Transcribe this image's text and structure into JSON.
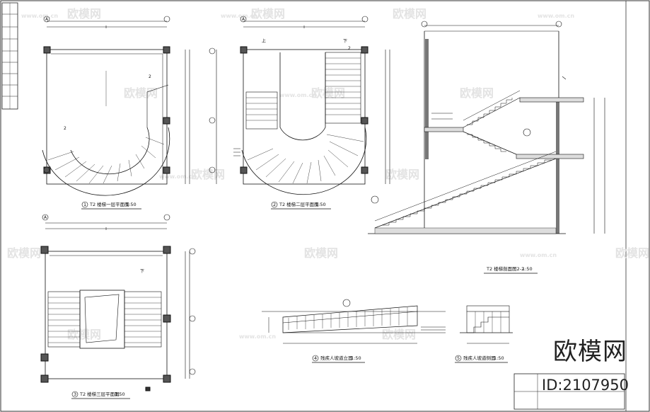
{
  "drawing": {
    "title_plan_1": "T2 楼梯一层平面图",
    "title_plan_2": "T2 楼梯二层平面图",
    "title_plan_3": "T2 楼梯三层平面图",
    "title_section": "T2 楼梯剖面图2-2",
    "title_detail_4": "残疾人坡道立面",
    "title_detail_5": "残疾人坡道侧面",
    "scale": "1:50",
    "num_1": "1",
    "num_2": "2",
    "num_3": "3",
    "num_4": "4",
    "num_5": "5",
    "axis_a": "A",
    "cut_label": "2",
    "down_label": "下",
    "up_label": "上"
  },
  "watermark": {
    "text": "欧模网",
    "url": "www.om.cn"
  },
  "brand": {
    "name": "欧模网",
    "id_label": "ID:2107950"
  }
}
